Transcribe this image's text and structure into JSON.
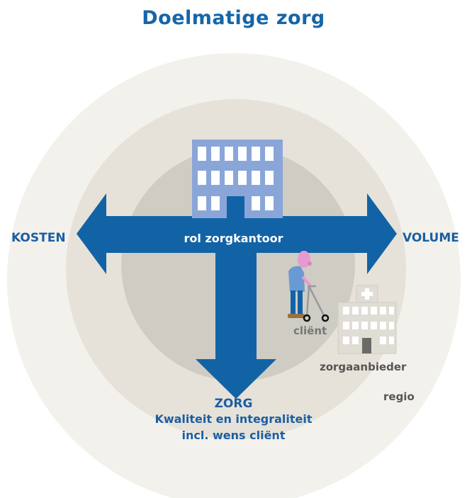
{
  "title": "Doelmatige zorg",
  "labels": {
    "left": "KOSTEN",
    "right": "VOLUME",
    "bottom_title": "ZORG",
    "bottom_line1": "Kwaliteit en integraliteit",
    "bottom_line2": "incl. wens cliënt",
    "center": "rol zorgkantoor",
    "client": "cliënt",
    "provider": "zorgaanbieder",
    "region": "regio"
  },
  "icons": {
    "office": "office-building-icon",
    "client": "elderly-person-with-walker-icon",
    "hospital": "hospital-building-icon"
  },
  "colors": {
    "title": "#1566a8",
    "arrow": "#1263a6",
    "building": "#8aa6d8",
    "outer_ring": "#f3f1ec",
    "middle_ring": "#e6e2d9",
    "inner_circle": "#cfccc4",
    "hospital": "#e0ddd5"
  }
}
